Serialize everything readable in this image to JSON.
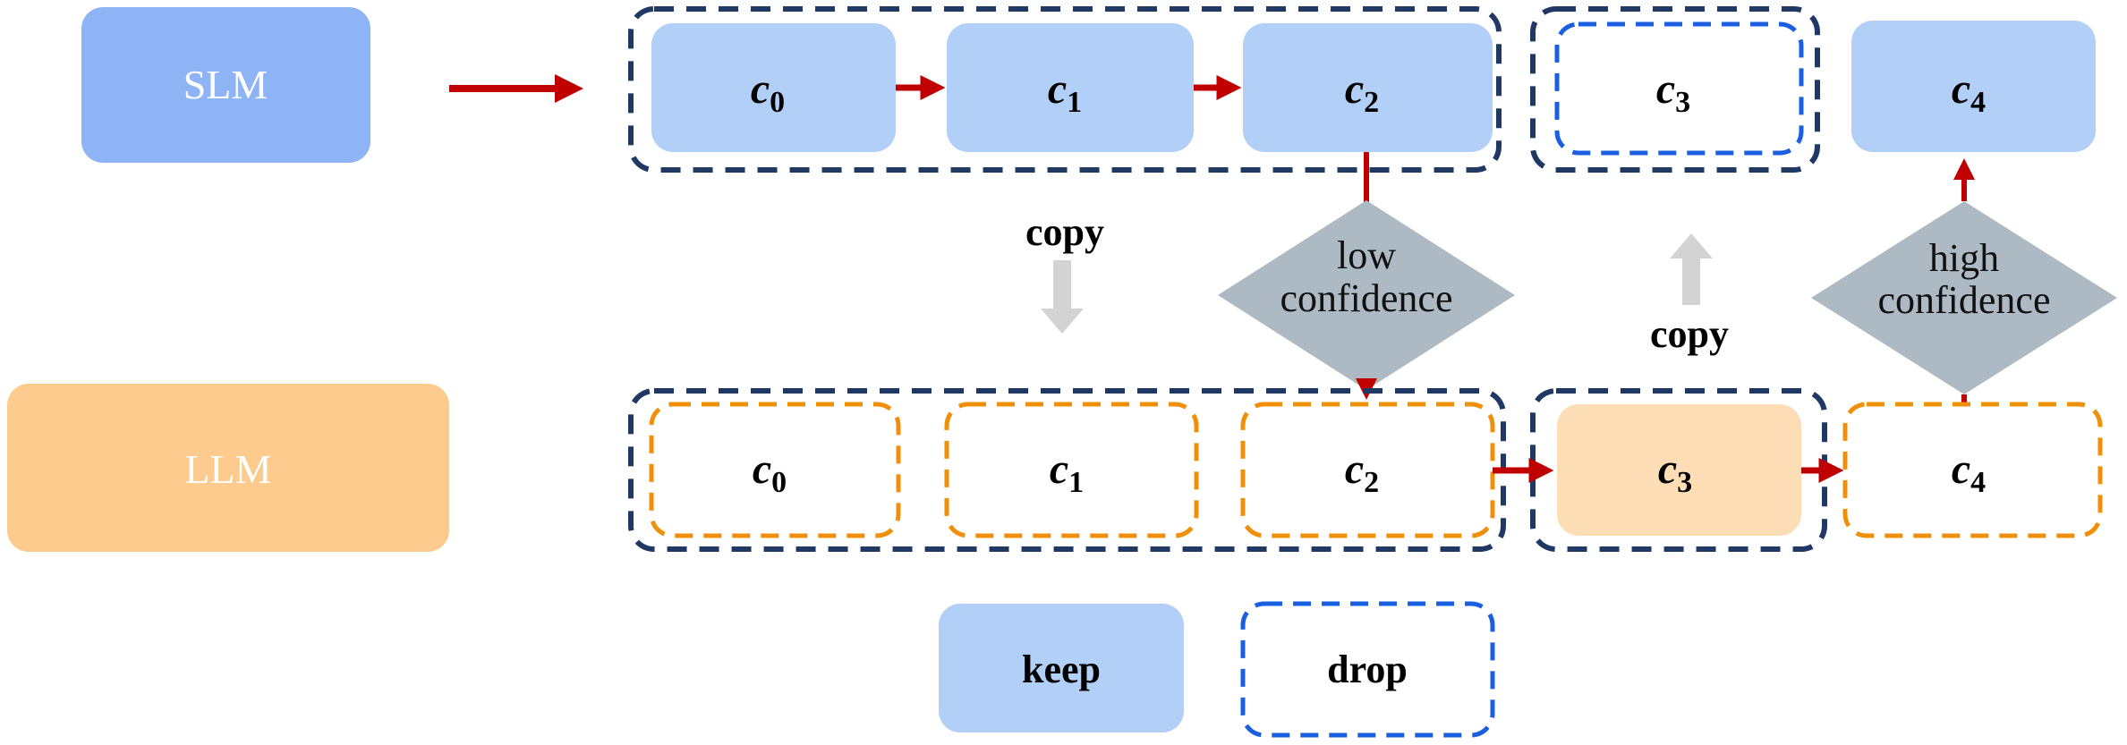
{
  "models": {
    "slm": "SLM",
    "llm": "LLM"
  },
  "tokens": {
    "top": [
      {
        "c": "c",
        "i": "0"
      },
      {
        "c": "c",
        "i": "1"
      },
      {
        "c": "c",
        "i": "2"
      },
      {
        "c": "c",
        "i": "3"
      },
      {
        "c": "c",
        "i": "4"
      }
    ],
    "bottom": [
      {
        "c": "c",
        "i": "0"
      },
      {
        "c": "c",
        "i": "1"
      },
      {
        "c": "c",
        "i": "2"
      },
      {
        "c": "c",
        "i": "3"
      },
      {
        "c": "c",
        "i": "4"
      }
    ]
  },
  "decisions": {
    "low": {
      "line1": "low",
      "line2": "confidence"
    },
    "high": {
      "line1": "high",
      "line2": "confidence"
    }
  },
  "copy_left": "copy",
  "copy_right": "copy",
  "legend": {
    "keep": "keep",
    "drop": "drop"
  },
  "colors": {
    "slm": "#8FB4F5",
    "token_keep": "#B2CFF8",
    "llm": "#FCCB8D",
    "llm_token": "#FDDDB5",
    "group_border": "#1F3864",
    "drop_border": "#1A5FE0",
    "llm_border": "#F0900A",
    "arrow": "#C00000",
    "diamond": "#ADBAC3",
    "copy_arrow": "#D3D3D3"
  }
}
